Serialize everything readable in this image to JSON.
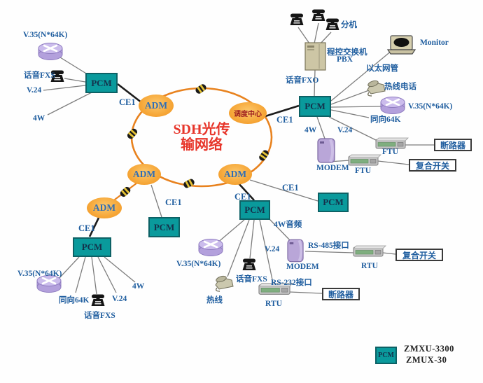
{
  "ring_title": {
    "line1": "SDH光传",
    "line2": "输网络"
  },
  "devices": {
    "pcm": "PCM",
    "adm": "ADM",
    "dispatch_center": "调度中心",
    "modem": "MODEM",
    "ftu": "FTU",
    "rtu": "RTU",
    "pbx_line1": "程控交换机",
    "pbx_line2": "PBX",
    "monitor": "Monitor"
  },
  "ports": {
    "ce1": "CE1",
    "v35": "V.35(N*64K)",
    "v24": "V.24",
    "fourw": "4W",
    "fourw_audio": "4W音频",
    "voice_fxs": "话音FXS",
    "voice_fxo": "话音FXO",
    "cocurrent_64k": "同向64K",
    "ethernet_mgmt": "以太网管",
    "rs485": "RS-485接口",
    "rs232": "RS-232接口"
  },
  "endpoints": {
    "extension": "分机",
    "hotline_phone": "热线电话",
    "hotline": "热线",
    "breaker": "断路器",
    "composite_switch": "复合开关"
  },
  "legend": {
    "device": "PCM",
    "model_1": "ZMXU-3300",
    "model_2": "ZMUX-30"
  },
  "colors": {
    "pcm_fill": "#0a9a9c",
    "adm_fill": "#f6a637",
    "ring_stroke": "#e8821e",
    "label_blue": "#1d5c9e",
    "title_red": "#e7352a",
    "line_gray": "#7d7d7d"
  }
}
